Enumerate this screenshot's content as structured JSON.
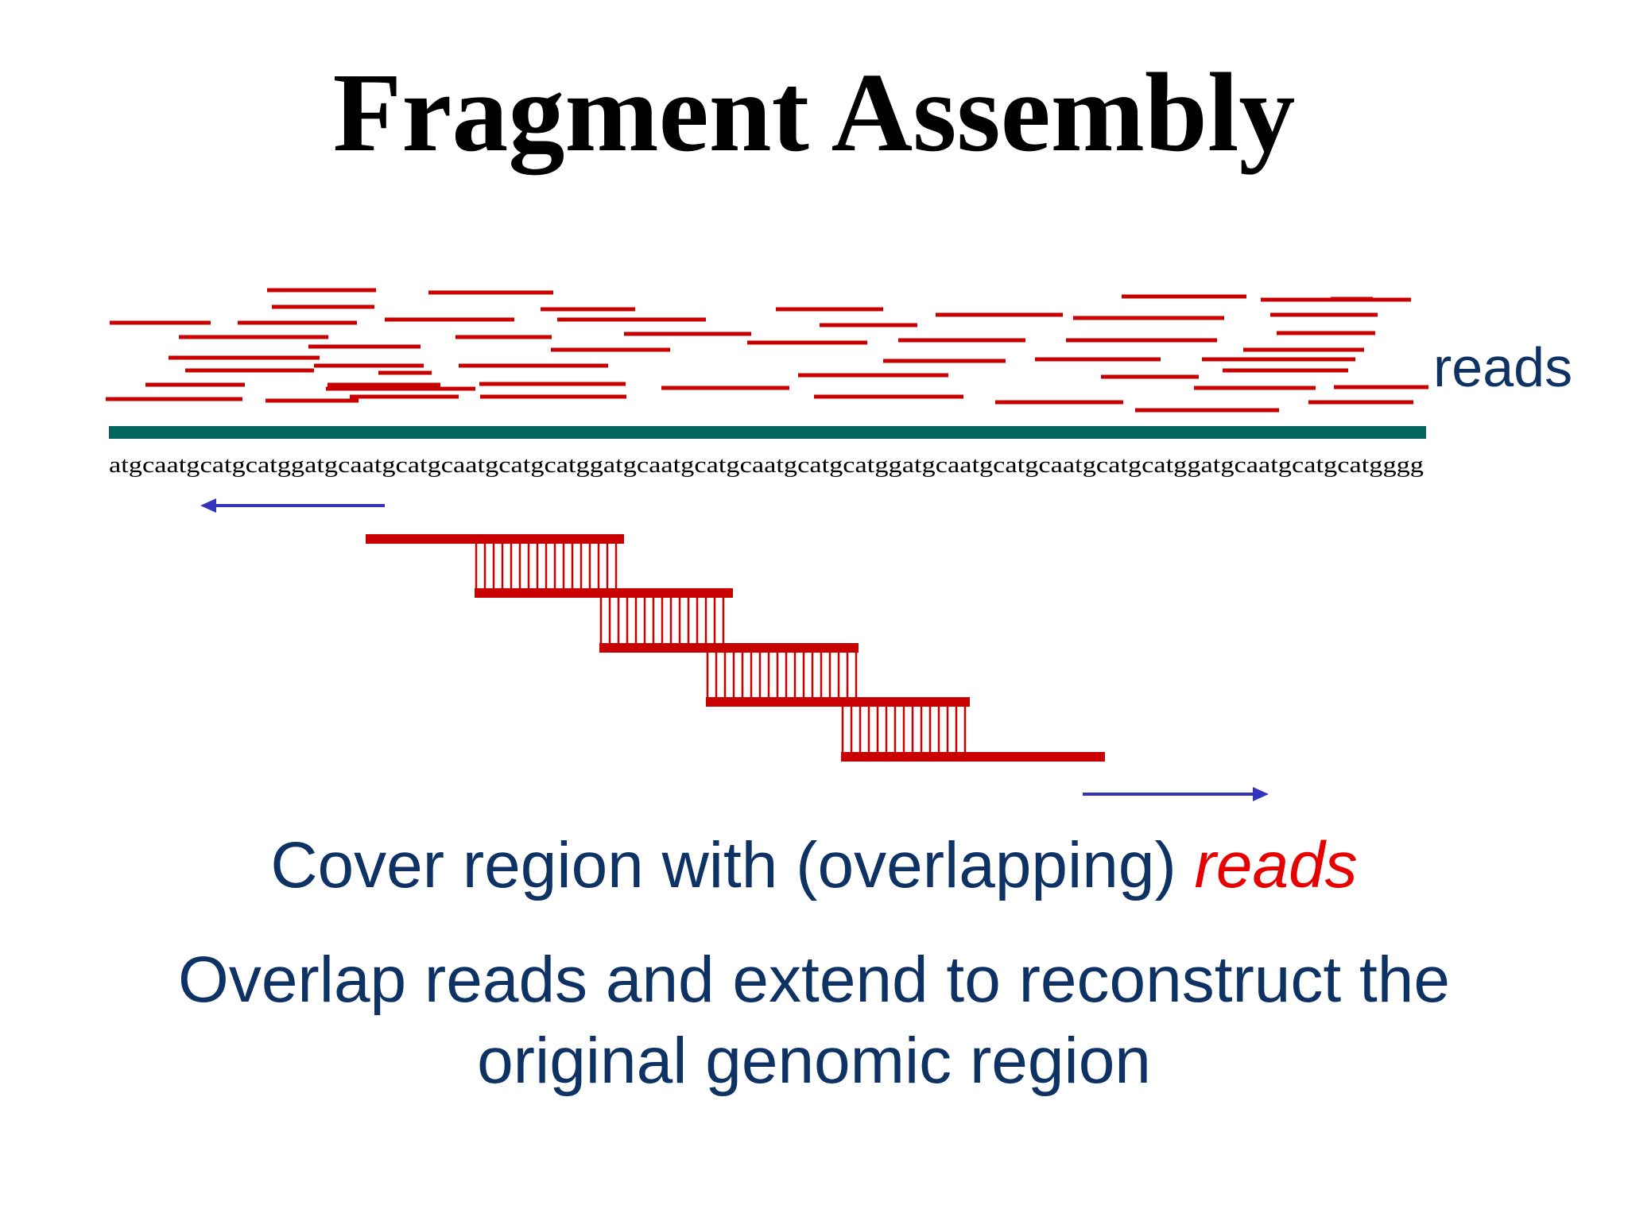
{
  "title": "Fragment Assembly",
  "reads_label": "reads",
  "sequence": "atgcaatgcatgcatggatgcaatgcatgcaatgcatgcatggatgcaatgcatgcaatgcatgcatggatgcaatgcatgcaatgcatgcatggatgcaatgcatgcatgggg",
  "bullet1": {
    "text": "Cover region with (overlapping) ",
    "emphasis": "reads"
  },
  "bullet2": {
    "line1": "Overlap reads and extend to reconstruct the",
    "line2": "original genomic region"
  },
  "colors": {
    "read": "#c80000",
    "genome": "#00665e",
    "arrow": "#3333bb",
    "text": "#0d3263",
    "emphasis": "#e60000"
  },
  "icons": {
    "left_arrow": "arrow-left-icon",
    "right_arrow": "arrow-right-icon"
  }
}
